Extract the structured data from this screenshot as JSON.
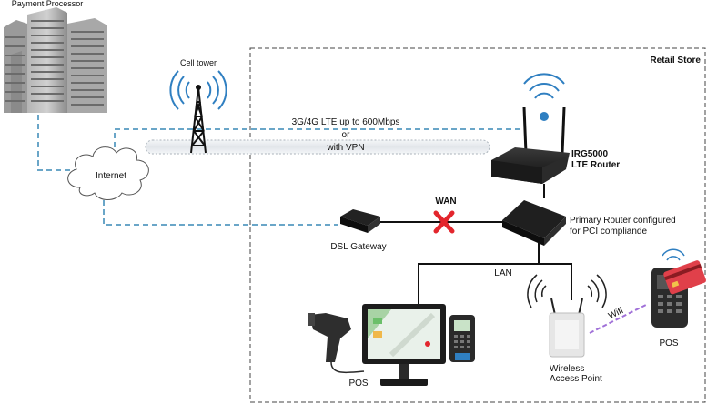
{
  "labels": {
    "payment_processor": "Payment Processor",
    "cell_tower": "Cell tower",
    "internet": "Internet",
    "retail_store": "Retail Store",
    "lte_speed": "3G/4G LTE up to 600Mbps",
    "or": "or",
    "with_vpn": "with VPN",
    "lte_router_line1": "IRG5000",
    "lte_router_line2": "LTE Router",
    "wan": "WAN",
    "primary_router_line1": "Primary Router configured",
    "primary_router_line2": "for PCI compliande",
    "dsl_gateway": "DSL Gateway",
    "lan": "LAN",
    "wifi": "Wifi",
    "wap_line1": "Wireless",
    "wap_line2": "Access Point",
    "pos_left": "POS",
    "pos_right": "POS"
  },
  "colors": {
    "wireless_link": "#6aa6c8",
    "wired_link": "#111111",
    "wan_fail": "#e3262d",
    "wifi_link": "#a070d8",
    "wifi_waves": "#2f7fc1",
    "store_border": "#444444"
  },
  "status": {
    "wan_link": "failed"
  }
}
